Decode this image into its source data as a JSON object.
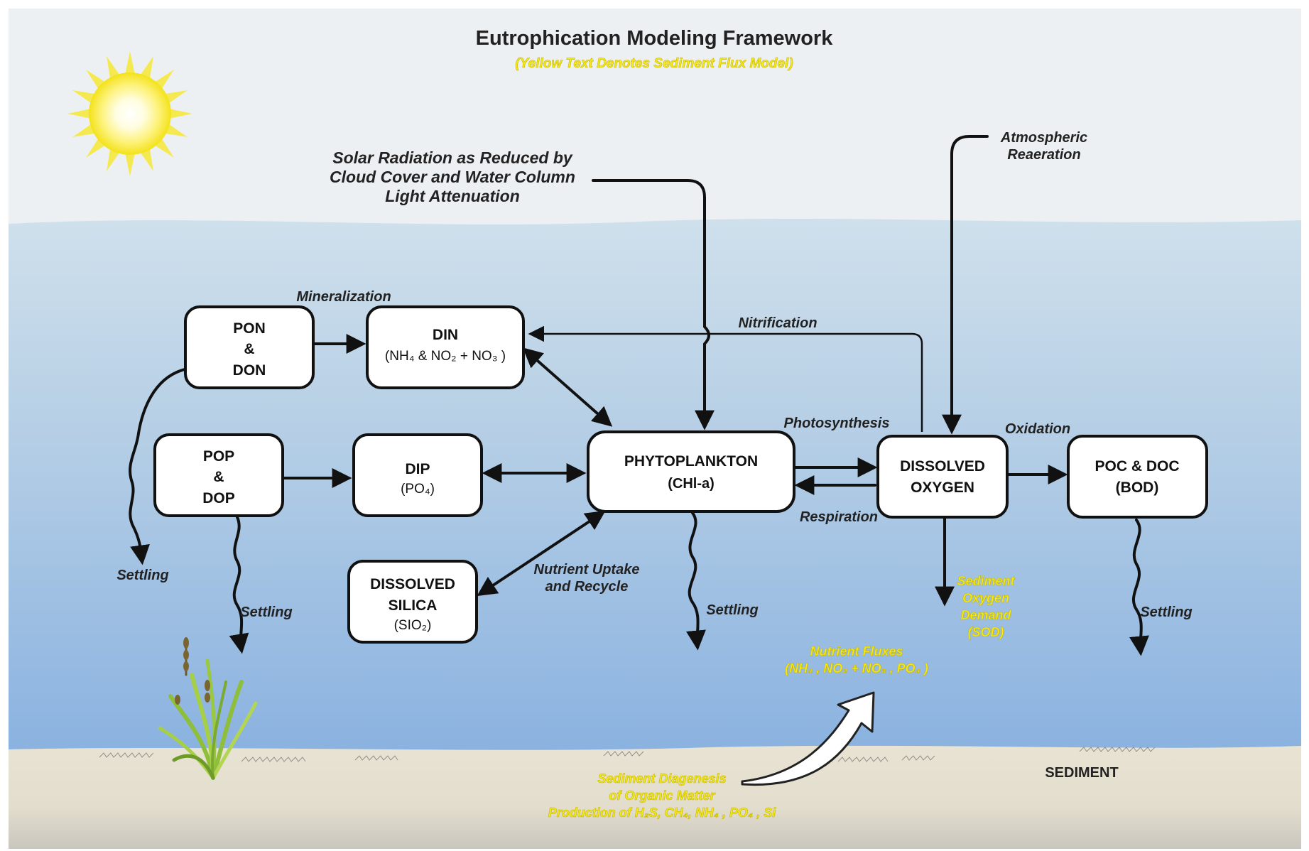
{
  "title": "Eutrophication Modeling Framework",
  "subtitle": "(Yellow Text Denotes Sediment Flux Model)",
  "colors": {
    "sky": "#eef0f1",
    "water_top": "#c9dbe8",
    "water_bottom": "#8fb4df",
    "sediment": "#e5e0cf",
    "yellow": "#f2ea1c",
    "box_stroke": "#111111"
  },
  "icons": {
    "sun": "sun-icon",
    "seagrass": "seagrass-icon"
  },
  "nodes": {
    "pon": {
      "lines": [
        "PON",
        "&",
        "DON"
      ]
    },
    "din": {
      "line1": "DIN",
      "line2": "(NH₄ & NO₂ + NO₃ )"
    },
    "pop": {
      "lines": [
        "POP",
        "&",
        "DOP"
      ]
    },
    "dip": {
      "line1": "DIP",
      "line2": "(PO₄)"
    },
    "phyto": {
      "line1": "PHYTOPLANKTON",
      "line2": "(CHl-a)"
    },
    "dissolved_oxygen": {
      "line1": "DISSOLVED",
      "line2": "OXYGEN"
    },
    "poc": {
      "line1": "POC & DOC",
      "line2": "(BOD)"
    },
    "silica": {
      "line1": "DISSOLVED",
      "line2": "SILICA",
      "line3": "(SIO₂)"
    }
  },
  "labels": {
    "solar": [
      "Solar Radiation as Reduced by",
      "Cloud Cover and Water Column",
      "Light Attenuation"
    ],
    "atmospheric": [
      "Atmospheric",
      "Reaeration"
    ],
    "mineralization": "Mineralization",
    "nitrification": "Nitrification",
    "photosynthesis": "Photosynthesis",
    "oxidation": "Oxidation",
    "respiration": "Respiration",
    "nutrient_uptake": [
      "Nutrient Uptake",
      "and Recycle"
    ],
    "settling": "Settling",
    "sediment": "SEDIMENT"
  },
  "yellow_labels": {
    "sod": [
      "Sediment",
      "Oxygen",
      "Demand",
      "(SOD)"
    ],
    "nutrient_fluxes": [
      "Nutrient Fluxes",
      "(NH₄ , NO₂ + NO₃ , PO₄ )"
    ],
    "diagenesis": [
      "Sediment Diagenesis",
      "of Organic Matter",
      "Production of H₂S, CH₄, NH₄ , PO₄ , Si"
    ]
  }
}
